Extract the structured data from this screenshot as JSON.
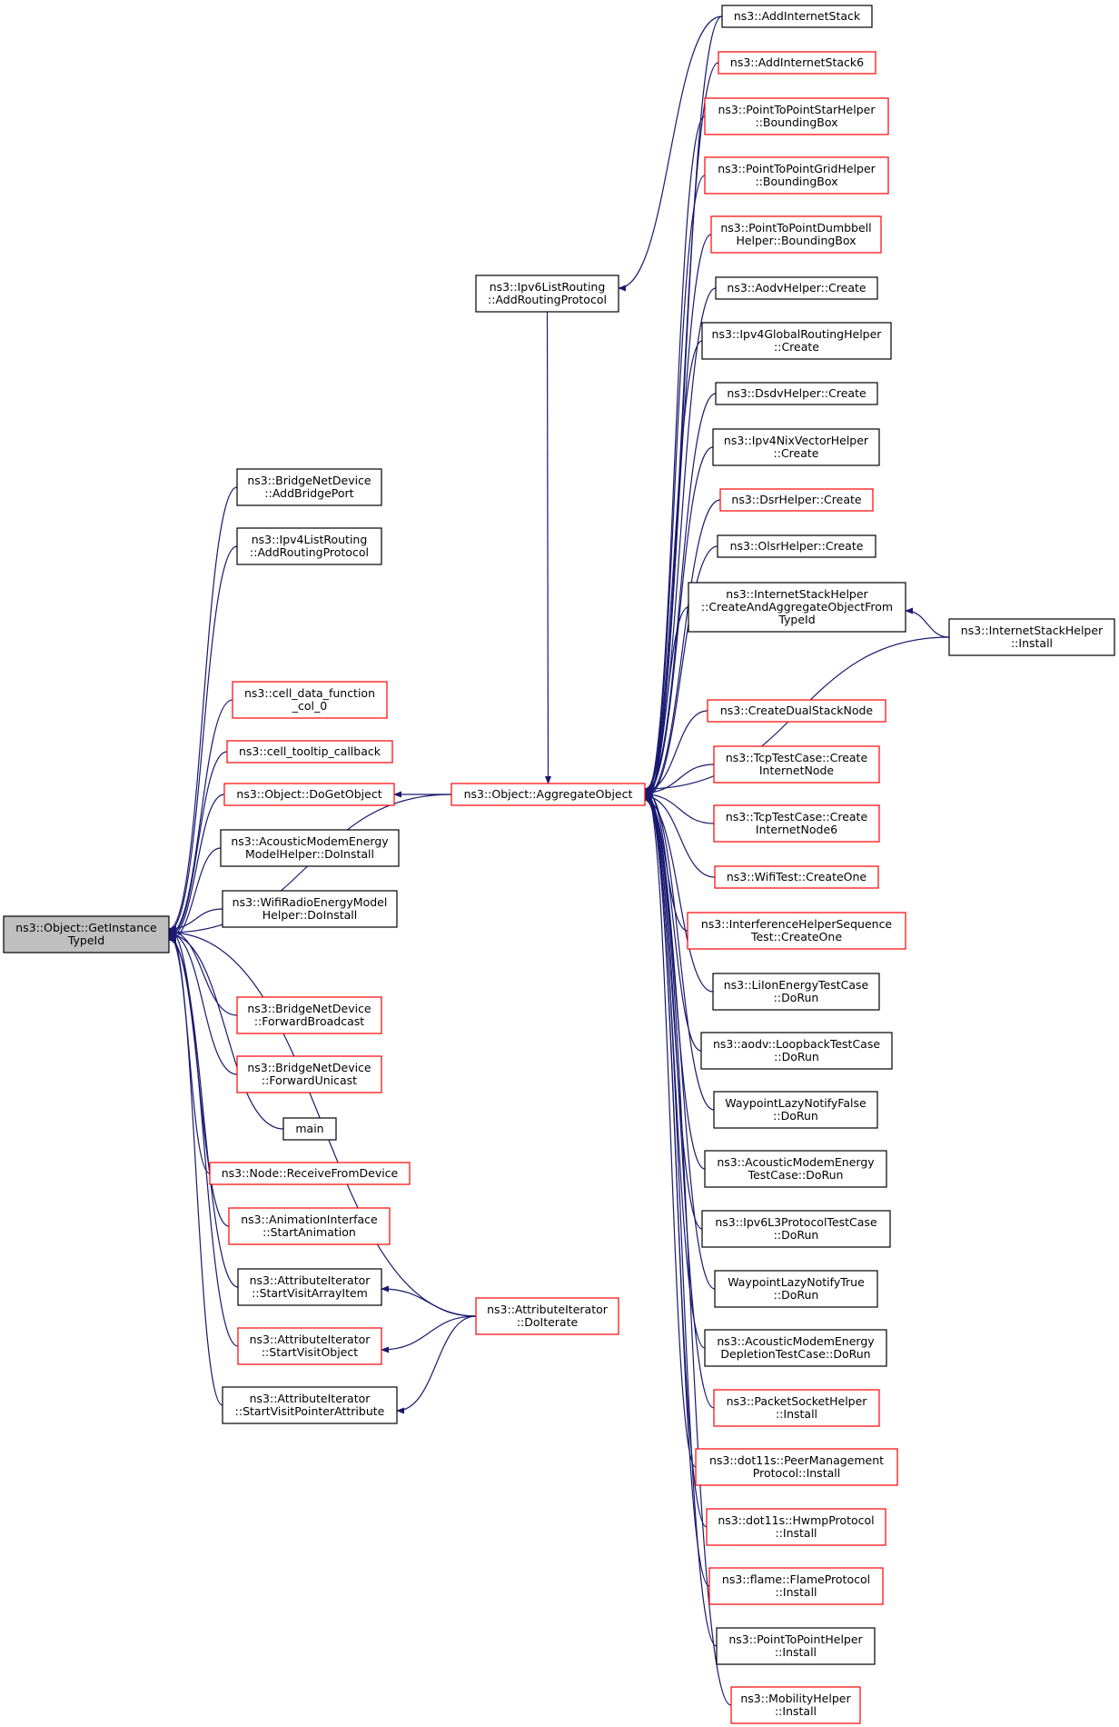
{
  "colors": {
    "edge": "#191970",
    "black_border": "#000000",
    "red_border": "#ff0000",
    "root_fill": "#bfbfbf",
    "fill": "#ffffff"
  },
  "nodes": [
    {
      "id": "root",
      "lines": [
        "ns3::Object::GetInstance",
        "TypeId"
      ],
      "border": "black",
      "root": true
    },
    {
      "id": "agg",
      "lines": [
        "ns3::Object::AggregateObject"
      ],
      "border": "red"
    },
    {
      "id": "doiterate",
      "lines": [
        "ns3::AttributeIterator",
        "::DoIterate"
      ],
      "border": "red"
    },
    {
      "id": "ipv6listrouting",
      "lines": [
        "ns3::Ipv6ListRouting",
        "::AddRoutingProtocol"
      ],
      "border": "black"
    },
    {
      "id": "bridgeaddport",
      "lines": [
        "ns3::BridgeNetDevice",
        "::AddBridgePort"
      ],
      "border": "black"
    },
    {
      "id": "ipv4listrouting",
      "lines": [
        "ns3::Ipv4ListRouting",
        "::AddRoutingProtocol"
      ],
      "border": "black"
    },
    {
      "id": "celldata",
      "lines": [
        "ns3::cell_data_function",
        "_col_0"
      ],
      "border": "red"
    },
    {
      "id": "celltooltip",
      "lines": [
        "ns3::cell_tooltip_callback"
      ],
      "border": "red"
    },
    {
      "id": "dogetobject",
      "lines": [
        "ns3::Object::DoGetObject"
      ],
      "border": "red"
    },
    {
      "id": "acousticinstall",
      "lines": [
        "ns3::AcousticModemEnergy",
        "ModelHelper::DoInstall"
      ],
      "border": "black"
    },
    {
      "id": "wifiradioinstall",
      "lines": [
        "ns3::WifiRadioEnergyModel",
        "Helper::DoInstall"
      ],
      "border": "black"
    },
    {
      "id": "fwdbroadcast",
      "lines": [
        "ns3::BridgeNetDevice",
        "::ForwardBroadcast"
      ],
      "border": "red"
    },
    {
      "id": "fwdunicast",
      "lines": [
        "ns3::BridgeNetDevice",
        "::ForwardUnicast"
      ],
      "border": "red"
    },
    {
      "id": "main",
      "lines": [
        "main"
      ],
      "border": "black"
    },
    {
      "id": "receivefromdevice",
      "lines": [
        "ns3::Node::ReceiveFromDevice"
      ],
      "border": "red"
    },
    {
      "id": "startanimation",
      "lines": [
        "ns3::AnimationInterface",
        "::StartAnimation"
      ],
      "border": "red"
    },
    {
      "id": "visitarrayitem",
      "lines": [
        "ns3::AttributeIterator",
        "::StartVisitArrayItem"
      ],
      "border": "black"
    },
    {
      "id": "visitobject",
      "lines": [
        "ns3::AttributeIterator",
        "::StartVisitObject"
      ],
      "border": "red"
    },
    {
      "id": "visitpointer",
      "lines": [
        "ns3::AttributeIterator",
        "::StartVisitPointerAttribute"
      ],
      "border": "black"
    },
    {
      "id": "addinternetstack",
      "lines": [
        "ns3::AddInternetStack"
      ],
      "border": "black"
    },
    {
      "id": "addinternetstack6",
      "lines": [
        "ns3::AddInternetStack6"
      ],
      "border": "red"
    },
    {
      "id": "p2pstar",
      "lines": [
        "ns3::PointToPointStarHelper",
        "::BoundingBox"
      ],
      "border": "red"
    },
    {
      "id": "p2pgrid",
      "lines": [
        "ns3::PointToPointGridHelper",
        "::BoundingBox"
      ],
      "border": "red"
    },
    {
      "id": "p2pdumbbell",
      "lines": [
        "ns3::PointToPointDumbbell",
        "Helper::BoundingBox"
      ],
      "border": "red"
    },
    {
      "id": "aodvcreate",
      "lines": [
        "ns3::AodvHelper::Create"
      ],
      "border": "black"
    },
    {
      "id": "ipv4globalcreate",
      "lines": [
        "ns3::Ipv4GlobalRoutingHelper",
        "::Create"
      ],
      "border": "black"
    },
    {
      "id": "dsdvcreate",
      "lines": [
        "ns3::DsdvHelper::Create"
      ],
      "border": "black"
    },
    {
      "id": "ipv4nixcreate",
      "lines": [
        "ns3::Ipv4NixVectorHelper",
        "::Create"
      ],
      "border": "black"
    },
    {
      "id": "dsrcreate",
      "lines": [
        "ns3::DsrHelper::Create"
      ],
      "border": "red"
    },
    {
      "id": "olsrcreate",
      "lines": [
        "ns3::OlsrHelper::Create"
      ],
      "border": "black"
    },
    {
      "id": "createaggregate",
      "lines": [
        "ns3::InternetStackHelper",
        "::CreateAndAggregateObjectFrom",
        "TypeId"
      ],
      "border": "black"
    },
    {
      "id": "internetstackinstall",
      "lines": [
        "ns3::InternetStackHelper",
        "::Install"
      ],
      "border": "black"
    },
    {
      "id": "createdualstack",
      "lines": [
        "ns3::CreateDualStackNode"
      ],
      "border": "red"
    },
    {
      "id": "tcpinternetnode",
      "lines": [
        "ns3::TcpTestCase::Create",
        "InternetNode"
      ],
      "border": "red"
    },
    {
      "id": "tcpinternetnode6",
      "lines": [
        "ns3::TcpTestCase::Create",
        "InternetNode6"
      ],
      "border": "red"
    },
    {
      "id": "wifitestcreateone",
      "lines": [
        "ns3::WifiTest::CreateOne"
      ],
      "border": "red"
    },
    {
      "id": "interferencecreateone",
      "lines": [
        "ns3::InterferenceHelperSequence",
        "Test::CreateOne"
      ],
      "border": "red"
    },
    {
      "id": "lionrun",
      "lines": [
        "ns3::LiIonEnergyTestCase",
        "::DoRun"
      ],
      "border": "black"
    },
    {
      "id": "aodvloopback",
      "lines": [
        "ns3::aodv::LoopbackTestCase",
        "::DoRun"
      ],
      "border": "black"
    },
    {
      "id": "waypointfalse",
      "lines": [
        "WaypointLazyNotifyFalse",
        "::DoRun"
      ],
      "border": "black"
    },
    {
      "id": "acoustictestrun",
      "lines": [
        "ns3::AcousticModemEnergy",
        "TestCase::DoRun"
      ],
      "border": "black"
    },
    {
      "id": "ipv6l3run",
      "lines": [
        "ns3::Ipv6L3ProtocolTestCase",
        "::DoRun"
      ],
      "border": "black"
    },
    {
      "id": "waypointtrue",
      "lines": [
        "WaypointLazyNotifyTrue",
        "::DoRun"
      ],
      "border": "black"
    },
    {
      "id": "acousticdepletion",
      "lines": [
        "ns3::AcousticModemEnergy",
        "DepletionTestCase::DoRun"
      ],
      "border": "black"
    },
    {
      "id": "packetsocketinstall",
      "lines": [
        "ns3::PacketSocketHelper",
        "::Install"
      ],
      "border": "red"
    },
    {
      "id": "peermgmtinstall",
      "lines": [
        "ns3::dot11s::PeerManagement",
        "Protocol::Install"
      ],
      "border": "red"
    },
    {
      "id": "hwmpinstall",
      "lines": [
        "ns3::dot11s::HwmpProtocol",
        "::Install"
      ],
      "border": "red"
    },
    {
      "id": "flameinstall",
      "lines": [
        "ns3::flame::FlameProtocol",
        "::Install"
      ],
      "border": "red"
    },
    {
      "id": "p2pinstall",
      "lines": [
        "ns3::PointToPointHelper",
        "::Install"
      ],
      "border": "black"
    },
    {
      "id": "mobilityinstall",
      "lines": [
        "ns3::MobilityHelper",
        "::Install"
      ],
      "border": "red"
    }
  ],
  "edges": [
    [
      "bridgeaddport",
      "root"
    ],
    [
      "ipv4listrouting",
      "root"
    ],
    [
      "agg",
      "root"
    ],
    [
      "celldata",
      "root"
    ],
    [
      "celltooltip",
      "root"
    ],
    [
      "dogetobject",
      "root"
    ],
    [
      "acousticinstall",
      "root"
    ],
    [
      "wifiradioinstall",
      "root"
    ],
    [
      "fwdbroadcast",
      "root"
    ],
    [
      "fwdunicast",
      "root"
    ],
    [
      "main",
      "root"
    ],
    [
      "receivefromdevice",
      "root"
    ],
    [
      "startanimation",
      "root"
    ],
    [
      "visitarrayitem",
      "root"
    ],
    [
      "visitobject",
      "root"
    ],
    [
      "visitpointer",
      "root"
    ],
    [
      "doiterate",
      "root"
    ],
    [
      "agg",
      "dogetobject"
    ],
    [
      "doiterate",
      "visitarrayitem"
    ],
    [
      "doiterate",
      "visitobject"
    ],
    [
      "doiterate",
      "visitpointer"
    ],
    [
      "addinternetstack",
      "ipv6listrouting"
    ],
    [
      "ipv6listrouting",
      "agg"
    ],
    [
      "addinternetstack",
      "agg"
    ],
    [
      "addinternetstack6",
      "agg"
    ],
    [
      "p2pstar",
      "agg"
    ],
    [
      "p2pgrid",
      "agg"
    ],
    [
      "p2pdumbbell",
      "agg"
    ],
    [
      "aodvcreate",
      "agg"
    ],
    [
      "ipv4globalcreate",
      "agg"
    ],
    [
      "dsdvcreate",
      "agg"
    ],
    [
      "ipv4nixcreate",
      "agg"
    ],
    [
      "dsrcreate",
      "agg"
    ],
    [
      "olsrcreate",
      "agg"
    ],
    [
      "createaggregate",
      "agg"
    ],
    [
      "internetstackinstall",
      "agg"
    ],
    [
      "createdualstack",
      "agg"
    ],
    [
      "tcpinternetnode",
      "agg"
    ],
    [
      "tcpinternetnode6",
      "agg"
    ],
    [
      "wifitestcreateone",
      "agg"
    ],
    [
      "interferencecreateone",
      "agg"
    ],
    [
      "lionrun",
      "agg"
    ],
    [
      "aodvloopback",
      "agg"
    ],
    [
      "waypointfalse",
      "agg"
    ],
    [
      "acoustictestrun",
      "agg"
    ],
    [
      "ipv6l3run",
      "agg"
    ],
    [
      "waypointtrue",
      "agg"
    ],
    [
      "acousticdepletion",
      "agg"
    ],
    [
      "packetsocketinstall",
      "agg"
    ],
    [
      "peermgmtinstall",
      "agg"
    ],
    [
      "hwmpinstall",
      "agg"
    ],
    [
      "flameinstall",
      "agg"
    ],
    [
      "p2pinstall",
      "agg"
    ],
    [
      "mobilityinstall",
      "agg"
    ],
    [
      "internetstackinstall",
      "createaggregate"
    ]
  ]
}
